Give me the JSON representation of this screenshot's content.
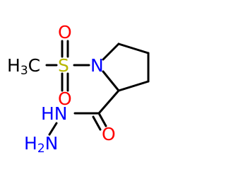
{
  "molecule": {
    "atoms": {
      "methyl": {
        "label": "H",
        "sub": "3",
        "tail": "C",
        "color": "#000000"
      },
      "sulfur": {
        "label": "S",
        "color": "#b8b800"
      },
      "oxygen_top": {
        "label": "O",
        "color": "#ff0000"
      },
      "oxygen_bottom": {
        "label": "O",
        "color": "#ff0000"
      },
      "nitrogen_ring": {
        "label": "N",
        "color": "#0000ff"
      },
      "hydrazide_nh": {
        "label": "HN",
        "color": "#0000ff"
      },
      "hydrazide_nh2": {
        "label": "H",
        "sub": "2",
        "tail": "N",
        "color": "#0000ff"
      },
      "carbonyl_oxygen": {
        "label": "O",
        "color": "#ff0000"
      }
    },
    "colors": {
      "bond": "#000000",
      "background": "#ffffff"
    }
  }
}
